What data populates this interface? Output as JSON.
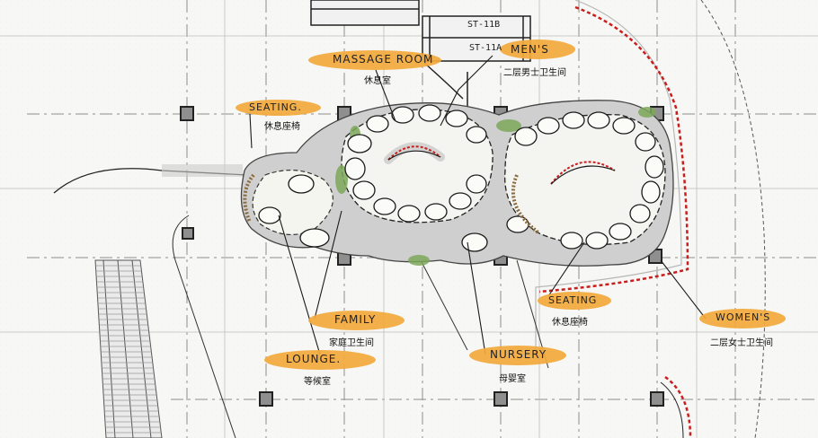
{
  "labels": {
    "massage": {
      "en": "MASSAGE ROOM",
      "cn": "休息室"
    },
    "mens": {
      "en": "MEN'S",
      "cn": "二层男士卫生间"
    },
    "seating_left": {
      "en": "SEATING.",
      "cn": "休息座椅"
    },
    "seating_right": {
      "en": "SEATING",
      "cn": "休息座椅"
    },
    "family": {
      "en": "FAMILY",
      "cn": "家庭卫生间"
    },
    "lounge": {
      "en": "LOUNGE.",
      "cn": "等候室"
    },
    "nursery": {
      "en": "NURSERY",
      "cn": "母婴室"
    },
    "womens": {
      "en": "WOMEN'S",
      "cn": "二层女士卫生间"
    }
  },
  "stairs": {
    "upper": "ST-11B",
    "lower": "ST-11A"
  },
  "colors": {
    "tag": "#f2a93b",
    "accent_red": "#c81e1e",
    "green": "#6aa84f",
    "line": "#1a1a1a",
    "grid": "#8a8a8a"
  }
}
